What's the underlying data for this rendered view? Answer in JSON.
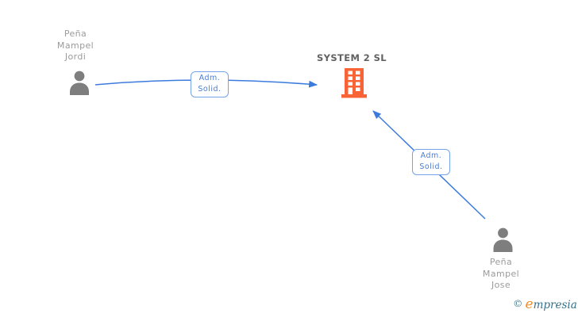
{
  "diagram": {
    "company": {
      "name": "SYSTEM 2 SL",
      "icon": "building-icon",
      "icon_color": "#fa6335",
      "name_color": "#616161"
    },
    "persons": [
      {
        "id": "jordi",
        "name_lines": [
          "Peña",
          "Mampel",
          "Jordi"
        ],
        "icon": "person-icon",
        "icon_color": "#7e7e7e"
      },
      {
        "id": "jose",
        "name_lines": [
          "Peña",
          "Mampel",
          "Jose"
        ],
        "icon": "person-icon",
        "icon_color": "#7e7e7e"
      }
    ],
    "edges": [
      {
        "from": "Peña Mampel Jordi",
        "to": "SYSTEM 2 SL",
        "label_lines": [
          "Adm.",
          "Solid."
        ],
        "direction": "to-company"
      },
      {
        "from": "Peña Mampel Jose",
        "to": "SYSTEM 2 SL",
        "label_lines": [
          "Adm.",
          "Solid."
        ],
        "direction": "to-company"
      }
    ],
    "colors": {
      "edge_line": "#3c7bdc",
      "label_border": "#74a3ea",
      "label_text": "#4a7dd6",
      "person_name_text": "#9b9b9b",
      "background": "#ffffff"
    }
  },
  "footer": {
    "copyright": "©",
    "brand_first_letter": "e",
    "brand_rest": "mpresia"
  }
}
